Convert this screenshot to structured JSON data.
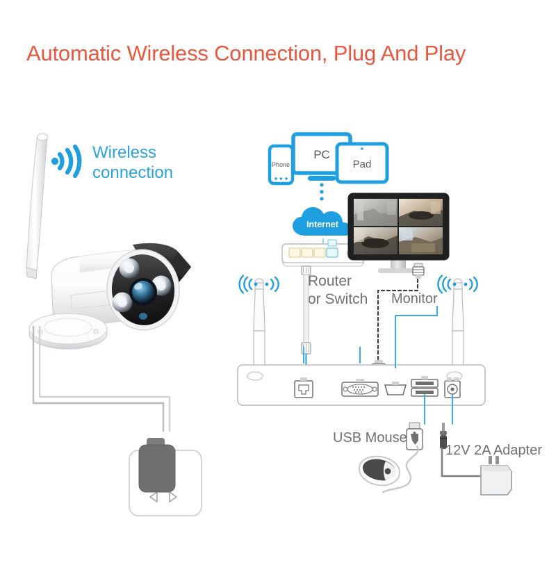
{
  "page": {
    "title": "Automatic Wireless Connection, Plug And Play",
    "background": "#ffffff",
    "accent_title_color": "#e8573f",
    "accent_blue": "#29a8e0",
    "label_gray": "#6f7173"
  },
  "labels": {
    "wireless": "Wireless\nconnection",
    "router": "Router\nor Switch",
    "monitor": "Monitor",
    "usb_mouse": "USB Mouse",
    "adapter": "12V 2A Adapter"
  },
  "devices": {
    "phone": "Phone",
    "pc": "PC",
    "pad": "Pad",
    "internet": "Internet"
  },
  "camera": {
    "name": "wireless-bullet-camera",
    "body_color": "#ffffff",
    "lens_face_color": "#1c1c1c",
    "ir_led_count": 3
  },
  "monitor_screen": {
    "channels": 4,
    "layout": "2x2-quad-view"
  },
  "nvr": {
    "name": "wireless-nvr-recorder",
    "antennas": 2,
    "ports": [
      {
        "name": "lan-rj45-port",
        "label": "LAN"
      },
      {
        "name": "vga-port",
        "label": "VGA"
      },
      {
        "name": "hdmi-port",
        "label": "HDMI"
      },
      {
        "name": "usb-port",
        "label": "USB"
      },
      {
        "name": "dc-power-port",
        "label": "DC 12V"
      }
    ]
  },
  "wall_outlet": {
    "name": "wall-power-outlet",
    "plug_color": "#6e6e6e"
  }
}
